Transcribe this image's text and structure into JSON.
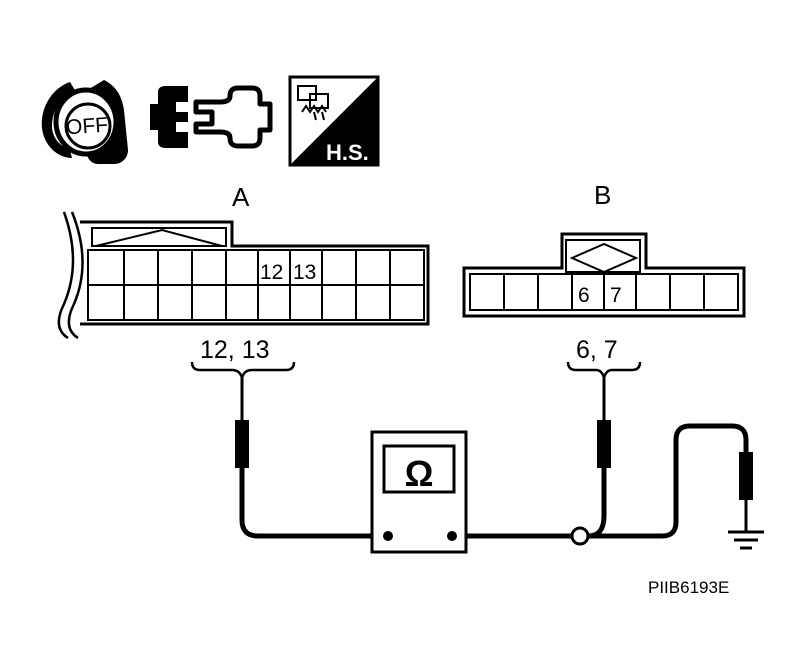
{
  "icons": {
    "ignition": {
      "name": "ignition-key-off-icon",
      "text": "OFF"
    },
    "disconnect": {
      "name": "connector-disconnect-icon"
    },
    "harness_side": {
      "name": "harness-side-icon",
      "text": "H.S."
    }
  },
  "connector_a": {
    "label": "A",
    "pin_left": "12",
    "pin_right": "13",
    "pins_label": "12, 13"
  },
  "connector_b": {
    "label": "B",
    "pin_left": "6",
    "pin_right": "7",
    "pins_label": "6, 7"
  },
  "meter": {
    "symbol": "Ω",
    "icon": "ohmmeter-icon"
  },
  "ground": {
    "icon": "ground-icon"
  },
  "figure_id": "PIIB6193E",
  "colors": {
    "line": "#000000",
    "background": "#ffffff"
  }
}
